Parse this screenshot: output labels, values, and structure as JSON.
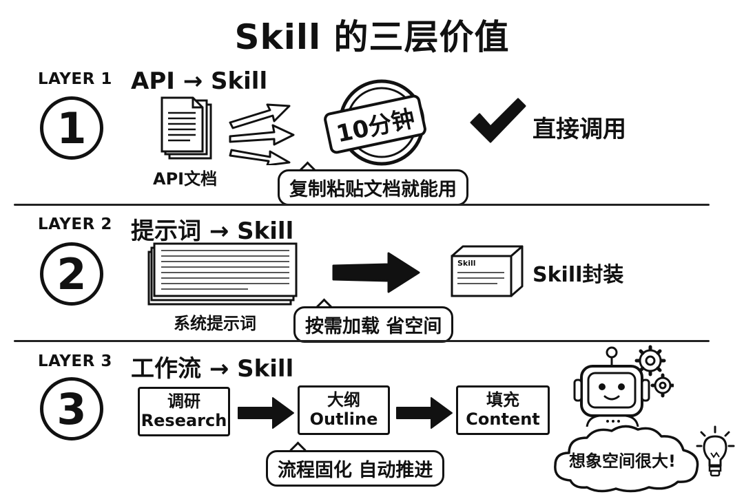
{
  "title": "Skill 的三层价值",
  "layers": [
    {
      "label": "LAYER 1",
      "number": "1",
      "heading": "API → Skill",
      "doc_caption": "API文档",
      "stamp": "10分钟",
      "result": "直接调用",
      "bubble": "复制粘贴文档就能用",
      "icons": [
        "document-stack-icon",
        "triple-arrow-icon",
        "stamp-icon",
        "checkmark-icon"
      ]
    },
    {
      "label": "LAYER 2",
      "number": "2",
      "heading": "提示词 → Skill",
      "doc_caption": "系统提示词",
      "box_label": "Skill",
      "result": "Skill封装",
      "bubble": "按需加载 省空间",
      "icons": [
        "prompt-sheets-icon",
        "bold-arrow-icon",
        "package-box-icon"
      ]
    },
    {
      "label": "LAYER 3",
      "number": "3",
      "heading": "工作流 → Skill",
      "steps": [
        {
          "cn": "调研",
          "en": "Research"
        },
        {
          "cn": "大纲",
          "en": "Outline"
        },
        {
          "cn": "填充",
          "en": "Content"
        }
      ],
      "bubble": "流程固化 自动推进",
      "cloud": "想象空间很大!",
      "icons": [
        "robot-icon",
        "gear-icon",
        "lightbulb-icon",
        "cloud-icon"
      ]
    }
  ]
}
